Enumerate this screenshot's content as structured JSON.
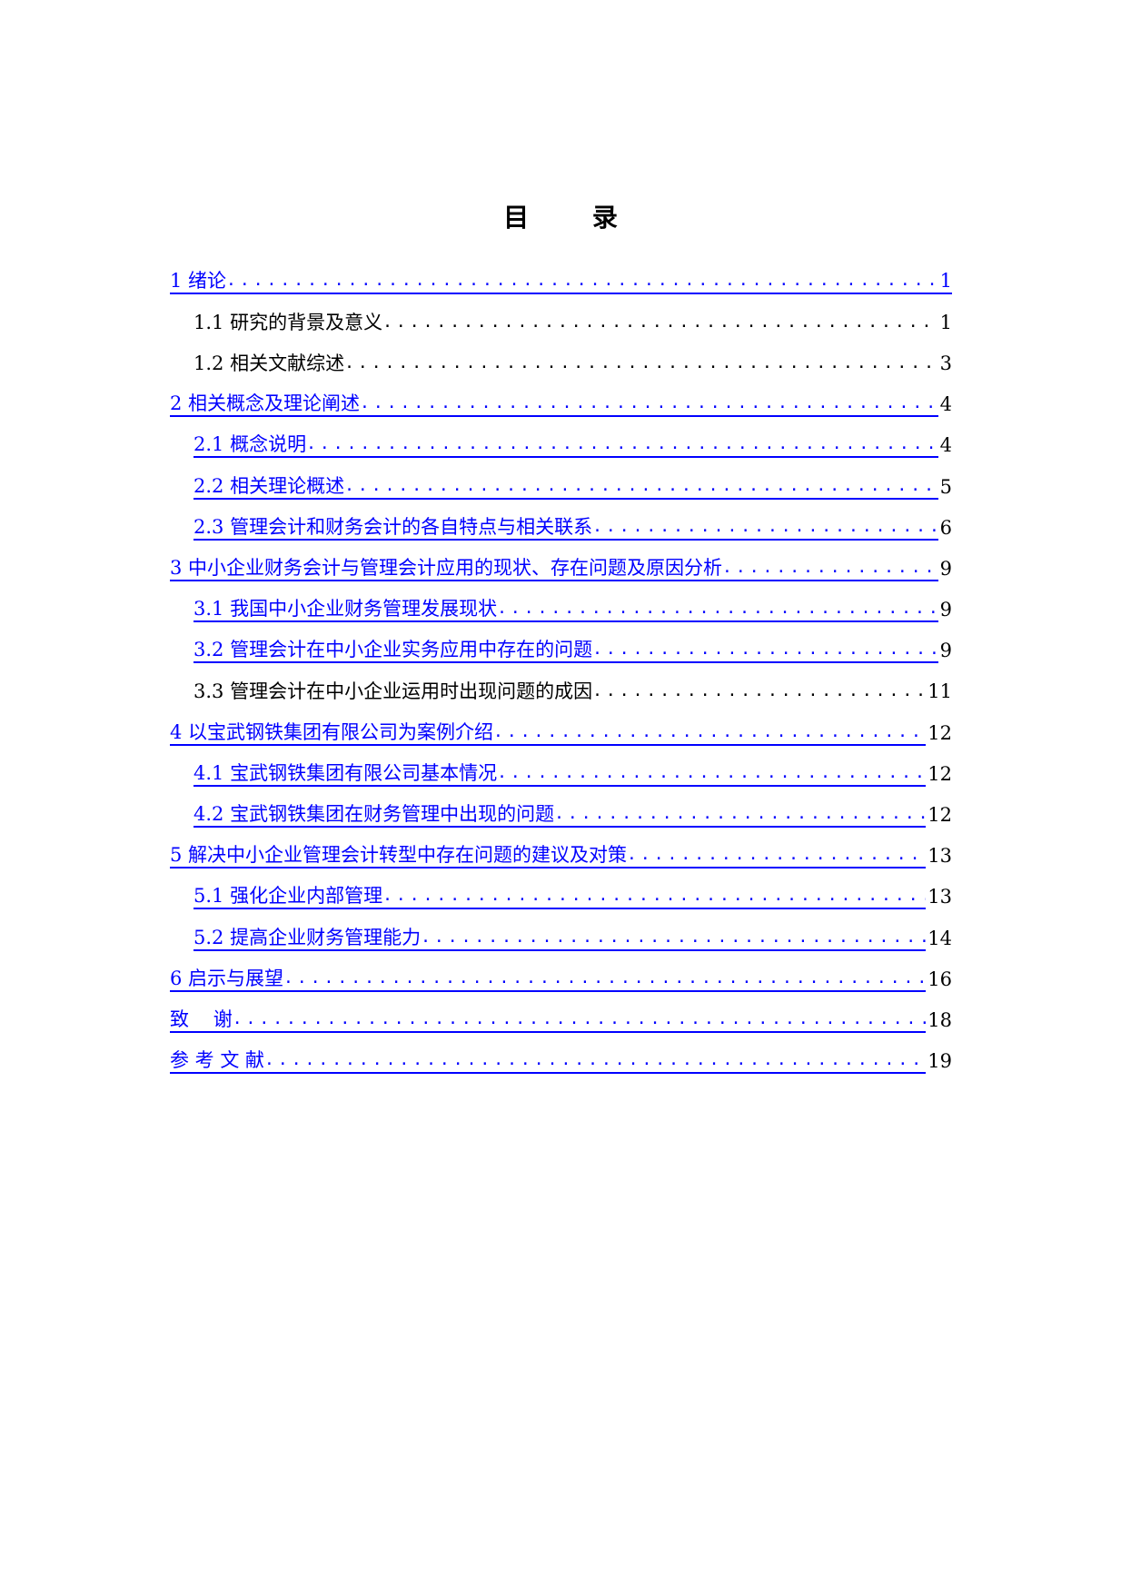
{
  "document": {
    "title": "目 录",
    "link_color": "#0000ff",
    "text_color": "#000000"
  },
  "toc": [
    {
      "label": "1  绪论",
      "page": "1",
      "level": 1,
      "linked": true
    },
    {
      "label": "1.1  研究的背景及意义",
      "page": "1",
      "level": 2,
      "linked": false
    },
    {
      "label": "1.2  相关文献综述",
      "page": "3",
      "level": 2,
      "linked": false
    },
    {
      "label": "2  相关概念及理论阐述",
      "page": "4",
      "level": 1,
      "linked": true
    },
    {
      "label": "2.1  概念说明",
      "page": "4",
      "level": 2,
      "linked": true
    },
    {
      "label": "2.2  相关理论概述",
      "page": "5",
      "level": 2,
      "linked": true
    },
    {
      "label": "2.3  管理会计和财务会计的各自特点与相关联系",
      "page": "6",
      "level": 2,
      "linked": true
    },
    {
      "label": "3  中小企业财务会计与管理会计应用的现状、存在问题及原因分析",
      "page": "9",
      "level": 1,
      "linked": true
    },
    {
      "label": "3.1  我国中小企业财务管理发展现状",
      "page": "9",
      "level": 2,
      "linked": true
    },
    {
      "label": "3.2  管理会计在中小企业实务应用中存在的问题",
      "page": "9",
      "level": 2,
      "linked": true
    },
    {
      "label": "3.3  管理会计在中小企业运用时出现问题的成因",
      "page": "11",
      "level": 2,
      "linked": false
    },
    {
      "label": "4  以宝武钢铁集团有限公司为案例介绍",
      "page": "12",
      "level": 1,
      "linked": true
    },
    {
      "label": "4.1  宝武钢铁集团有限公司基本情况",
      "page": "12",
      "level": 2,
      "linked": true
    },
    {
      "label": "4.2  宝武钢铁集团在财务管理中出现的问题",
      "page": "12",
      "level": 2,
      "linked": true
    },
    {
      "label": "5  解决中小企业管理会计转型中存在问题的建议及对策",
      "page": "13",
      "level": 1,
      "linked": true
    },
    {
      "label": "5.1  强化企业内部管理",
      "page": "13",
      "level": 2,
      "linked": true
    },
    {
      "label": "5.2  提高企业财务管理能力",
      "page": "14",
      "level": 2,
      "linked": true
    },
    {
      "label": "6  启示与展望",
      "page": "16",
      "level": 1,
      "linked": true
    },
    {
      "label": "致    谢",
      "page": "18",
      "level": 1,
      "linked": true
    },
    {
      "label": "参 考 文 献",
      "page": "19",
      "level": 1,
      "linked": true
    }
  ]
}
